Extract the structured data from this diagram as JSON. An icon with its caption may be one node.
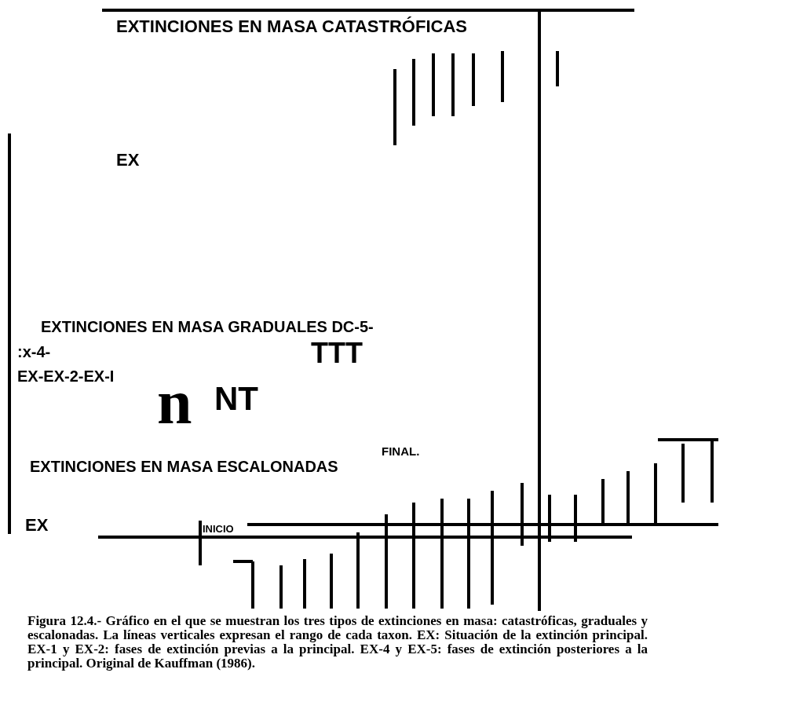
{
  "diagram": {
    "caption": "Figura 12.4.- Gráfico en el que se muestran los tres tipos de extinciones en masa: catastróficas, graduales y escalonadas. La líneas verticales expresan el rango de cada taxon. EX: Situación de la extinción principal. EX-1 y EX-2: fases de extinción previas a la principal. EX-4 y EX-5: fases de extinción posteriores a la principal. Original de Kauffman (1986).",
    "labels": [
      "EXTINCIONES EN MASA CATASTRÓFICAS",
      "EX",
      "EXTINCIONES EN MASA GRADUALES DC-5-",
      ":x-4-",
      "TTT",
      "EX-EX-2-EX-I",
      "n",
      "NT",
      "FINAL.",
      "EXTINCIONES EN MASA ESCALONADAS",
      "EX",
      "INICIO"
    ]
  }
}
